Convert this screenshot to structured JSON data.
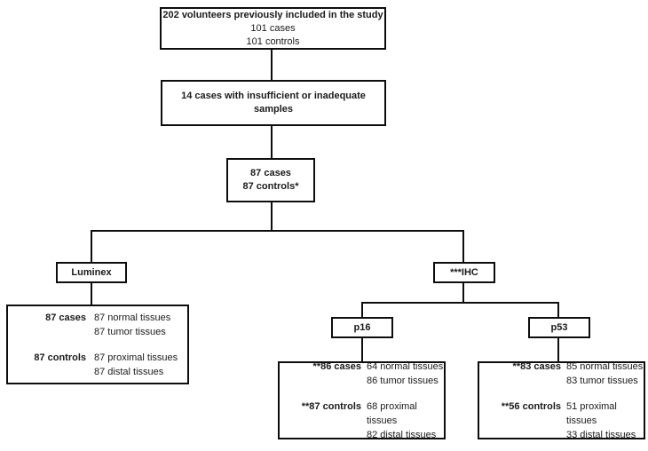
{
  "boxes": {
    "initial": {
      "title": "202 volunteers previously included in the study",
      "line2": "101 cases",
      "line3": "101 controls"
    },
    "excluded": {
      "line1": "14 cases with insufficient or inadequate",
      "line2": "samples"
    },
    "eligible": {
      "line1": "87 cases",
      "line2": "87 controls*"
    },
    "luminex": {
      "label": "Luminex"
    },
    "ihc": {
      "label": "***IHC"
    },
    "p16": {
      "label": "p16"
    },
    "p53": {
      "label": "p53"
    },
    "luminex_detail": {
      "cases_label": "87 cases",
      "cases_values": [
        "87 normal tissues",
        "87 tumor tissues"
      ],
      "controls_label": "87 controls",
      "controls_values": [
        "87 proximal tissues",
        "87 distal tissues"
      ]
    },
    "p16_detail": {
      "cases_label": "**86 cases",
      "cases_values": [
        "64 normal tissues",
        "86 tumor tissues"
      ],
      "controls_label": "**87 controls",
      "controls_values": [
        "68 proximal tissues",
        "82 distal tissues"
      ]
    },
    "p53_detail": {
      "cases_label": "**83 cases",
      "cases_values": [
        "85 normal tissues",
        "83 tumor tissues"
      ],
      "controls_label": "**56 controls",
      "controls_values": [
        "51 proximal tissues",
        "33 distal tissues"
      ]
    }
  },
  "colors": {
    "line": "#0d0d0d",
    "background": "#ffffff",
    "text": "#1a1a1a"
  }
}
